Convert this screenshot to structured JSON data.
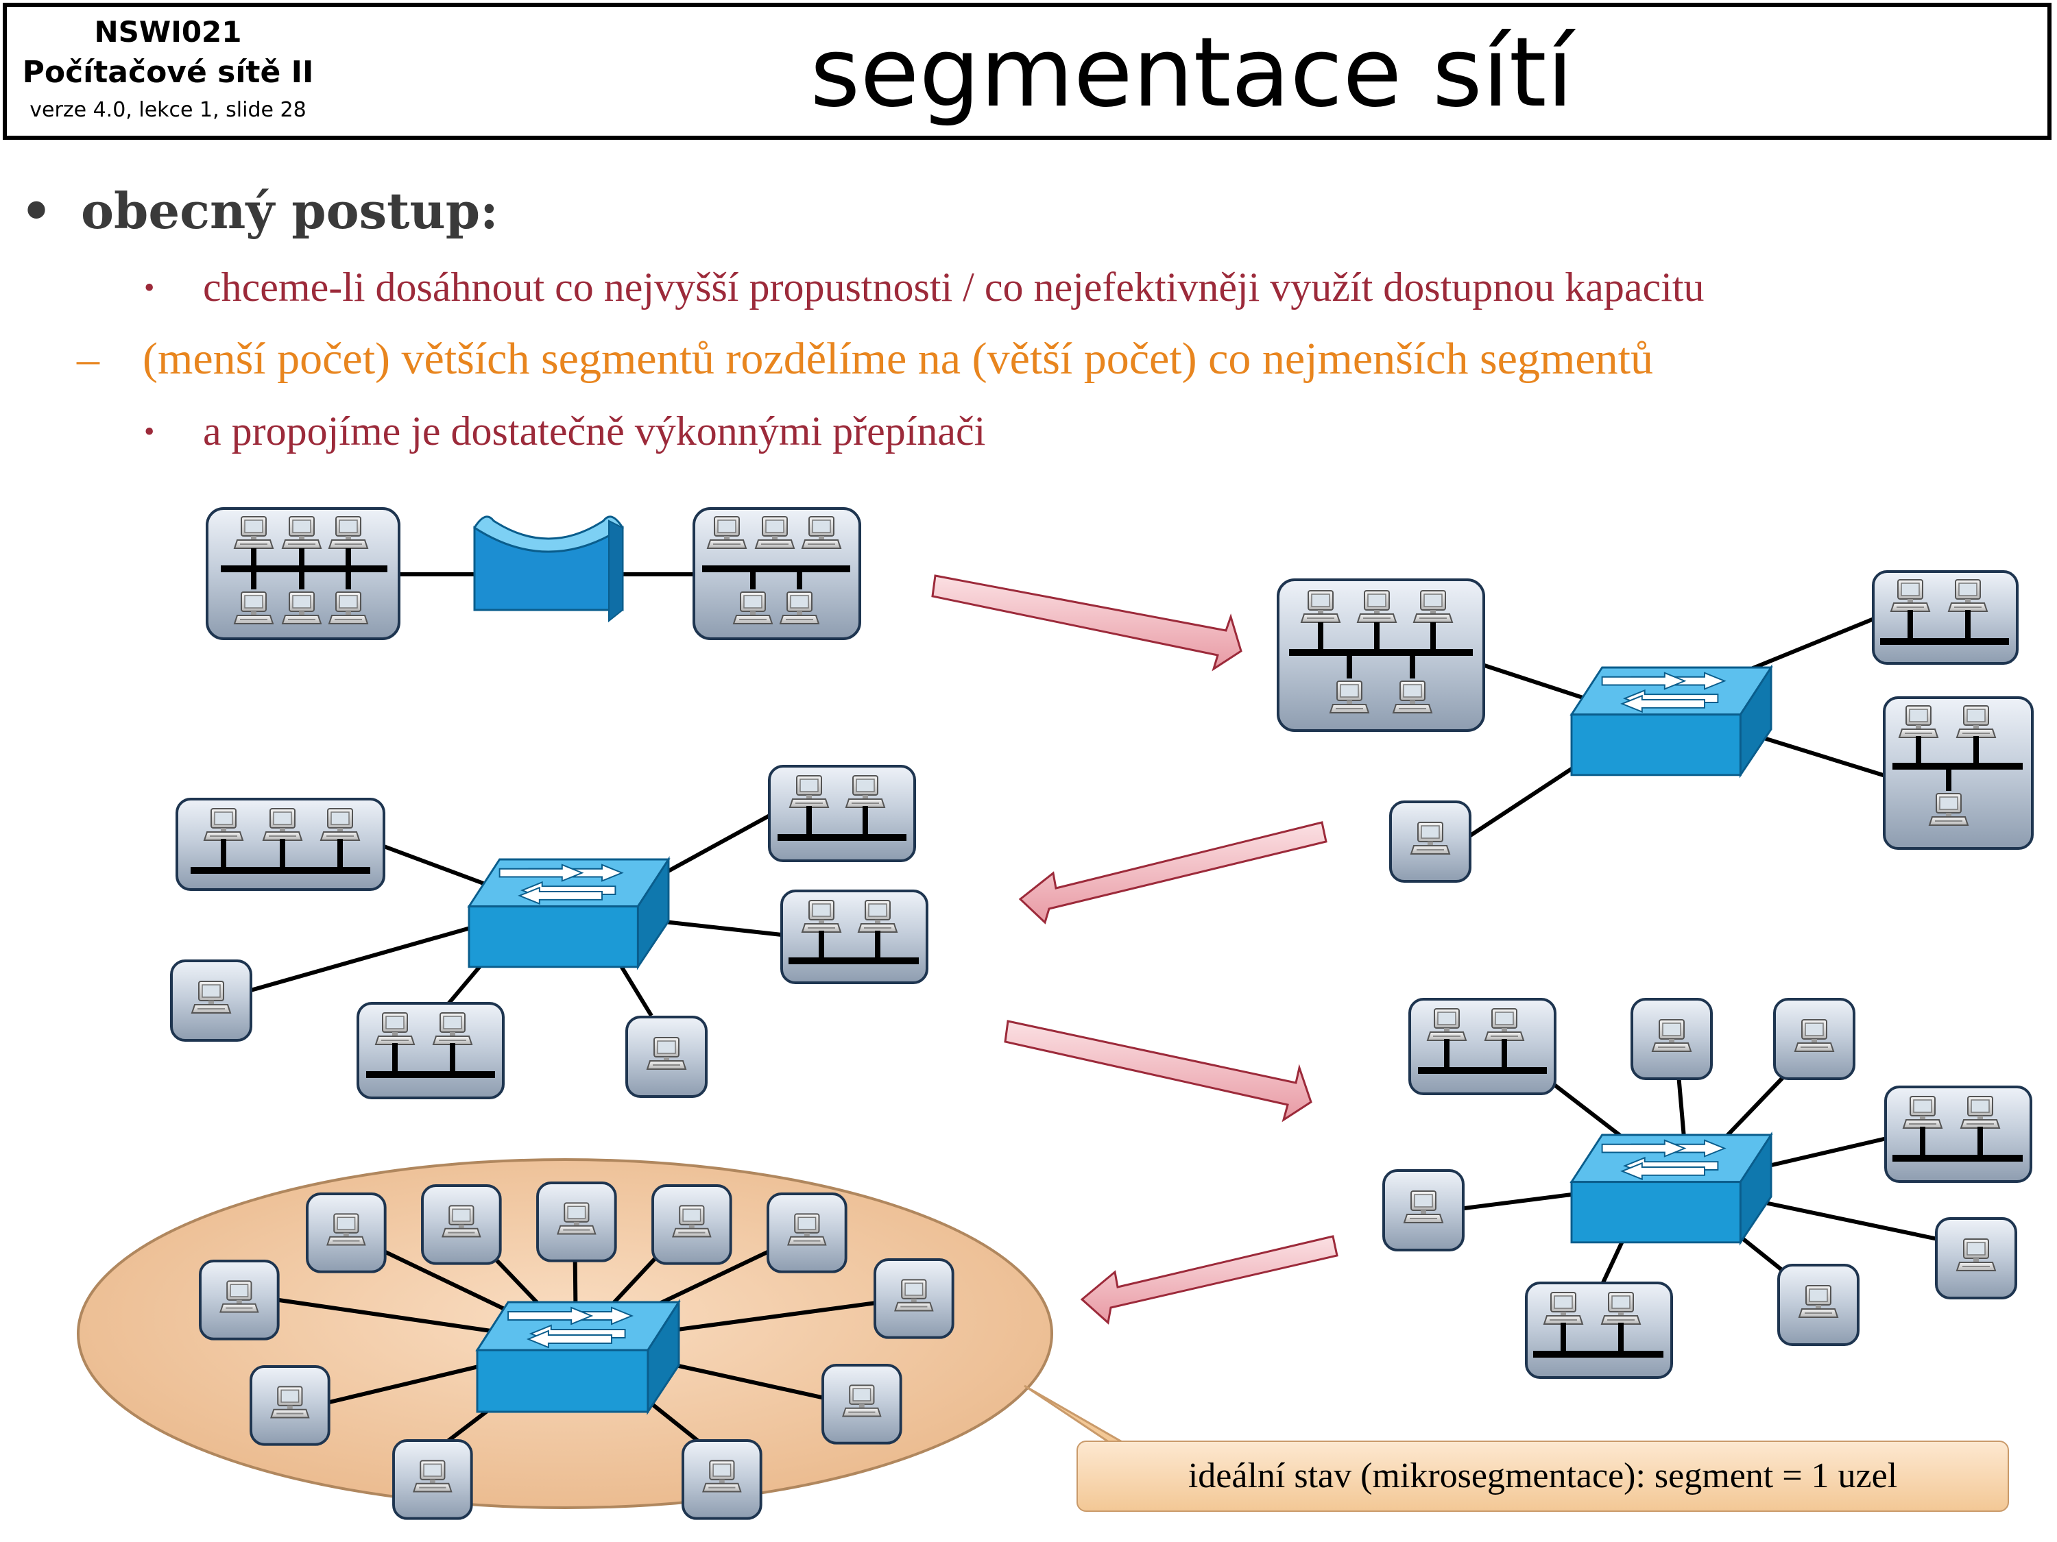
{
  "header": {
    "course_code": "NSWI021",
    "course_name": "Počítačové sítě II",
    "version": "verze 4.0, lekce  1, slide 28",
    "title": "segmentace sítí"
  },
  "bullets": {
    "main": "obecný postup:",
    "sub1": "chceme-li dosáhnout co nejvyšší propustnosti / co nejefektivněji využít dostupnou kapacitu",
    "dash": "(menší počet) větších segmentů rozdělíme na (větší počet) co nejmenších segmentů",
    "sub2": "a propojíme je dostatečně výkonnými přepínači",
    "bullet_glyph": "•",
    "dash_glyph": "–",
    "sub_glyph": "•"
  },
  "callout": {
    "text": "ideální stav (mikrosegmentace): segment = 1 uzel"
  },
  "colors": {
    "switch": "#1c9ad6",
    "bridge": "#1c8ed2",
    "segment_box": "#b9c4d2",
    "arrow": "#f2b0b8",
    "ellipse": "#f2c9a0",
    "red_text": "#9c2a3a",
    "orange_text": "#e8851e"
  }
}
